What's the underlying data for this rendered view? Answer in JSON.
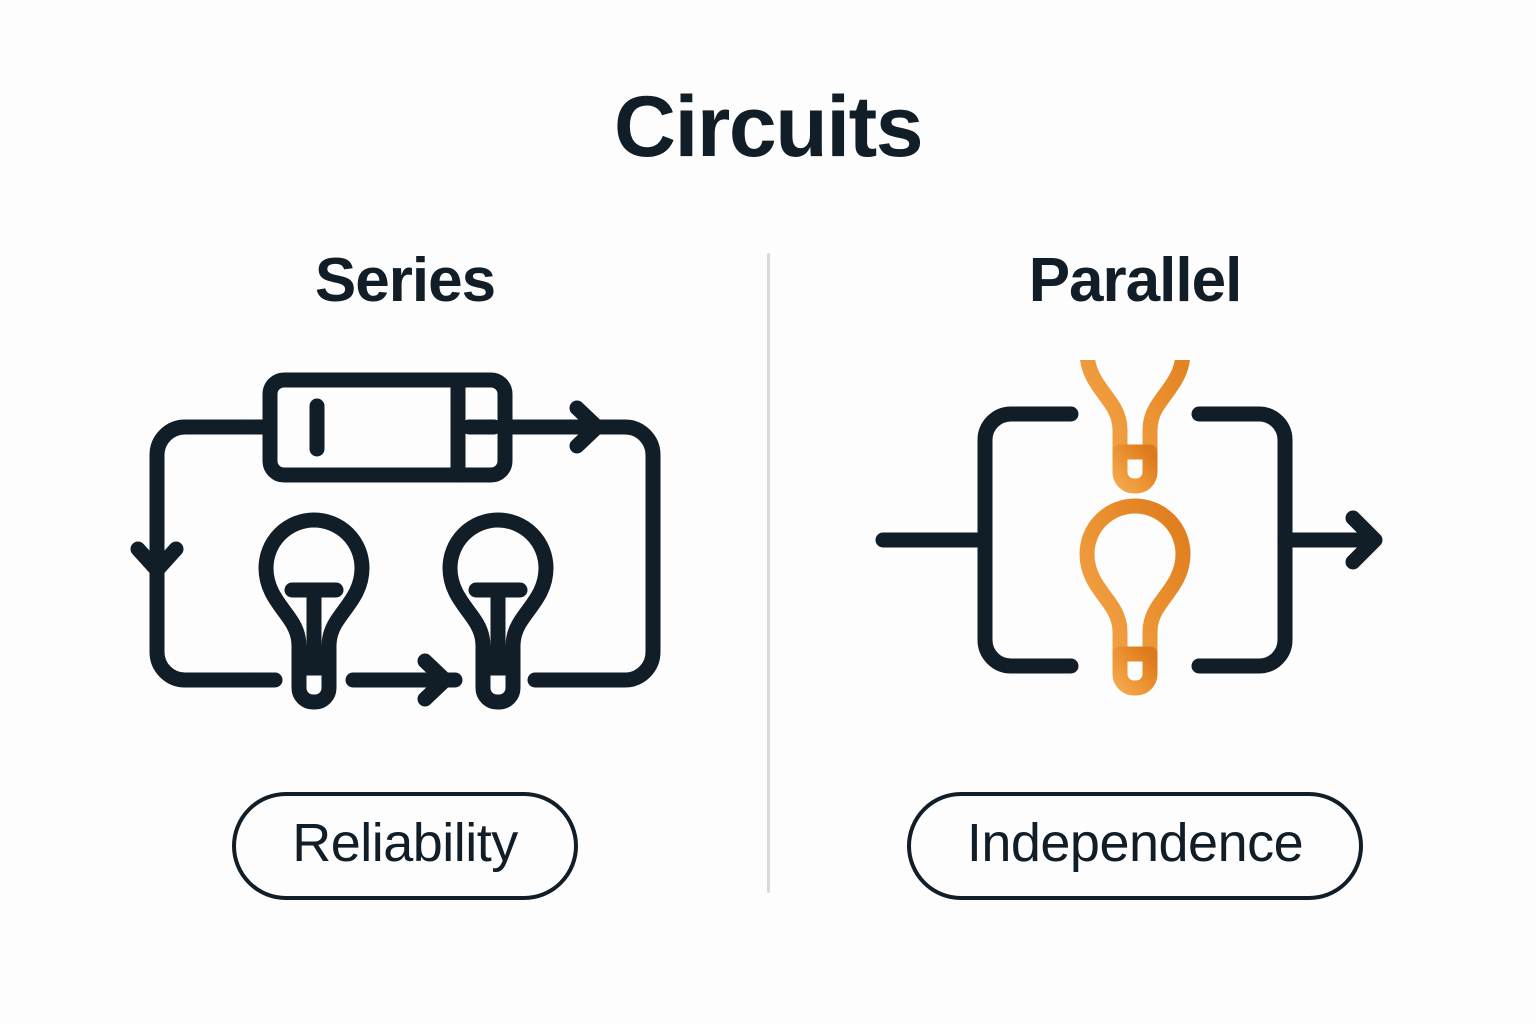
{
  "title": "Circuits",
  "colors": {
    "ink": "#111d27",
    "bulb_orange_dark": "#e08224",
    "bulb_orange_light": "#f0a042",
    "divider": "#d9d9d9",
    "background": "#fdfdfd"
  },
  "panels": [
    {
      "heading": "Series",
      "pill_label": "Reliability",
      "diagram": {
        "name": "series-circuit",
        "components": [
          "battery",
          "light-bulb",
          "light-bulb"
        ],
        "bulb_count": 2,
        "bulb_color": "ink",
        "current_arrows": [
          "top-right",
          "left-down",
          "bottom-right"
        ]
      }
    },
    {
      "heading": "Parallel",
      "pill_label": "Independence",
      "diagram": {
        "name": "parallel-circuit",
        "components": [
          "light-bulb",
          "light-bulb"
        ],
        "bulb_count": 2,
        "bulb_color": "orange",
        "current_arrows": [
          "right"
        ]
      }
    }
  ]
}
